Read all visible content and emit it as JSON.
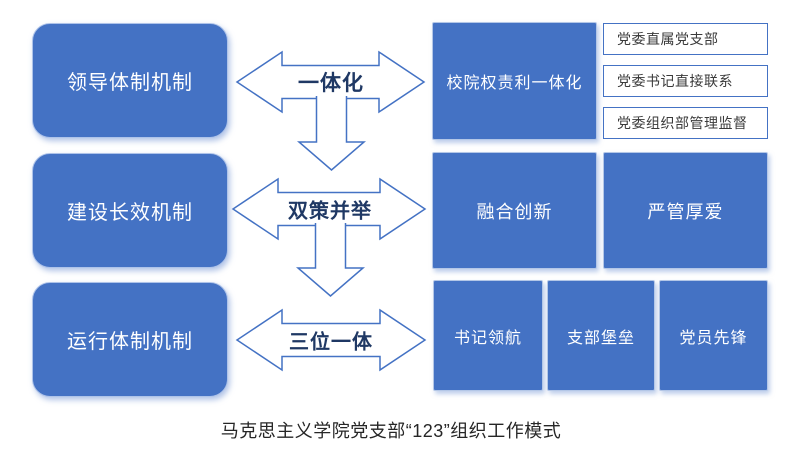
{
  "diagram": {
    "caption": "马克思主义学院党支部“123”组织工作模式",
    "rows": [
      {
        "left_label": "领导体制机制",
        "arrow_label": "一体化",
        "right_main": "校院权责利一体化",
        "sub_items": [
          "党委直属党支部",
          "党委书记直接联系",
          "党委组织部管理监督"
        ]
      },
      {
        "left_label": "建设长效机制",
        "arrow_label": "双策并举",
        "right_items": [
          "融合创新",
          "严管厚爱"
        ]
      },
      {
        "left_label": "运行体制机制",
        "arrow_label": "三位一体",
        "right_items": [
          "书记领航",
          "支部堡垒",
          "党员先锋"
        ]
      }
    ],
    "colors": {
      "box_blue": "#4472C4",
      "box_light_border": "#B4C7E7",
      "arrow_stroke": "#4472C4",
      "arrow_label_navy": "#1F3864",
      "sub_box_text": "#3a3a3a",
      "caption_text": "#262626"
    }
  }
}
